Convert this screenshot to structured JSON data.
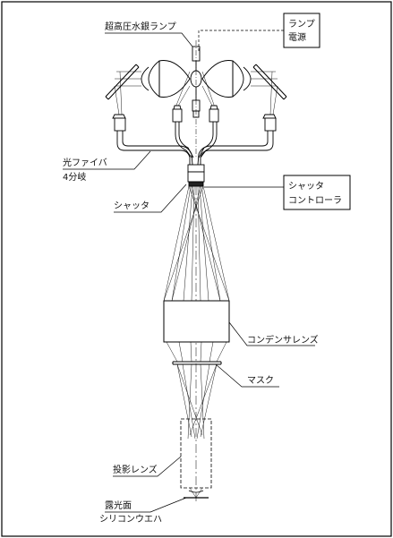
{
  "labels": {
    "lamp": "超高圧水銀ランプ",
    "lamp_power_1": "ランプ",
    "lamp_power_2": "電源",
    "fiber_1": "光ファイバ",
    "fiber_2": "4分岐",
    "shutter": "シャッタ",
    "shutter_ctrl_1": "シャッタ",
    "shutter_ctrl_2": "コントローラ",
    "condenser": "コンデンサレンズ",
    "mask": "マスク",
    "projection": "投影レンズ",
    "exposure_1": "露光面",
    "exposure_2": "シリコンウエハ"
  }
}
